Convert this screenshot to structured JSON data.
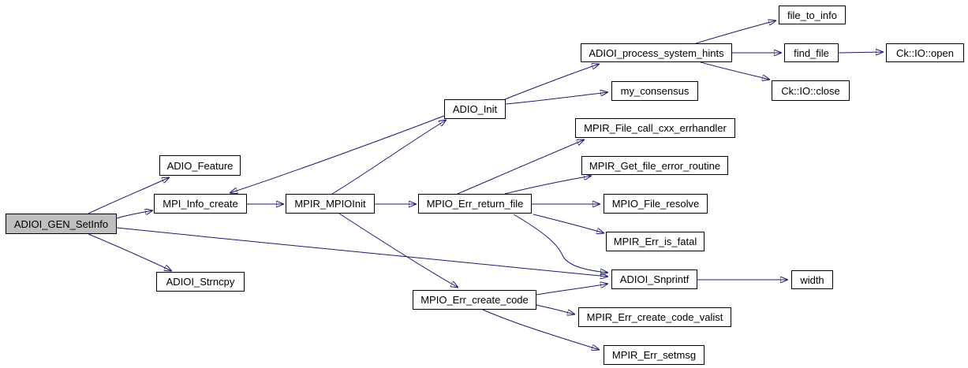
{
  "diagram": {
    "kind": "call-graph",
    "root": "ADIOI_GEN_SetInfo",
    "colors": {
      "edge": "#191970",
      "node_border": "#000000",
      "node_fill": "#ffffff",
      "root_fill": "#bebebe",
      "background": "#ffffff",
      "text": "#000000"
    },
    "nodes": [
      {
        "label": "ADIOI_GEN_SetInfo",
        "root": true
      },
      {
        "label": "ADIO_Feature"
      },
      {
        "label": "MPI_Info_create"
      },
      {
        "label": "ADIOI_Strncpy"
      },
      {
        "label": "MPIR_MPIOInit"
      },
      {
        "label": "ADIO_Init"
      },
      {
        "label": "MPIO_Err_return_file"
      },
      {
        "label": "MPIO_Err_create_code"
      },
      {
        "label": "ADIOI_process_system_hints"
      },
      {
        "label": "my_consensus"
      },
      {
        "label": "MPIR_File_call_cxx_errhandler"
      },
      {
        "label": "MPIR_Get_file_error_routine"
      },
      {
        "label": "MPIO_File_resolve"
      },
      {
        "label": "MPIR_Err_is_fatal"
      },
      {
        "label": "ADIOI_Snprintf"
      },
      {
        "label": "MPIR_Err_create_code_valist"
      },
      {
        "label": "MPIR_Err_setmsg"
      },
      {
        "label": "file_to_info"
      },
      {
        "label": "find_file"
      },
      {
        "label": "Ck::IO::close"
      },
      {
        "label": "Ck::IO::open"
      },
      {
        "label": "width"
      }
    ],
    "edges": [
      {
        "from": "ADIOI_GEN_SetInfo",
        "to": "ADIO_Feature"
      },
      {
        "from": "ADIOI_GEN_SetInfo",
        "to": "MPI_Info_create"
      },
      {
        "from": "ADIOI_GEN_SetInfo",
        "to": "ADIOI_Strncpy"
      },
      {
        "from": "ADIOI_GEN_SetInfo",
        "to": "ADIOI_Snprintf"
      },
      {
        "from": "MPI_Info_create",
        "to": "MPIR_MPIOInit"
      },
      {
        "from": "MPIR_MPIOInit",
        "to": "ADIO_Init"
      },
      {
        "from": "MPIR_MPIOInit",
        "to": "MPIO_Err_return_file"
      },
      {
        "from": "MPIR_MPIOInit",
        "to": "MPIO_Err_create_code"
      },
      {
        "from": "ADIO_Init",
        "to": "ADIOI_process_system_hints"
      },
      {
        "from": "ADIO_Init",
        "to": "my_consensus"
      },
      {
        "from": "ADIO_Init",
        "to": "MPI_Info_create"
      },
      {
        "from": "ADIOI_process_system_hints",
        "to": "file_to_info"
      },
      {
        "from": "ADIOI_process_system_hints",
        "to": "find_file"
      },
      {
        "from": "ADIOI_process_system_hints",
        "to": "Ck::IO::close"
      },
      {
        "from": "find_file",
        "to": "Ck::IO::open"
      },
      {
        "from": "MPIO_Err_return_file",
        "to": "MPIR_File_call_cxx_errhandler"
      },
      {
        "from": "MPIO_Err_return_file",
        "to": "MPIR_Get_file_error_routine"
      },
      {
        "from": "MPIO_Err_return_file",
        "to": "MPIO_File_resolve"
      },
      {
        "from": "MPIO_Err_return_file",
        "to": "MPIR_Err_is_fatal"
      },
      {
        "from": "MPIO_Err_return_file",
        "to": "ADIOI_Snprintf"
      },
      {
        "from": "MPIO_Err_create_code",
        "to": "ADIOI_Snprintf"
      },
      {
        "from": "MPIO_Err_create_code",
        "to": "MPIR_Err_create_code_valist"
      },
      {
        "from": "MPIO_Err_create_code",
        "to": "MPIR_Err_setmsg"
      },
      {
        "from": "ADIOI_Snprintf",
        "to": "width"
      }
    ]
  }
}
